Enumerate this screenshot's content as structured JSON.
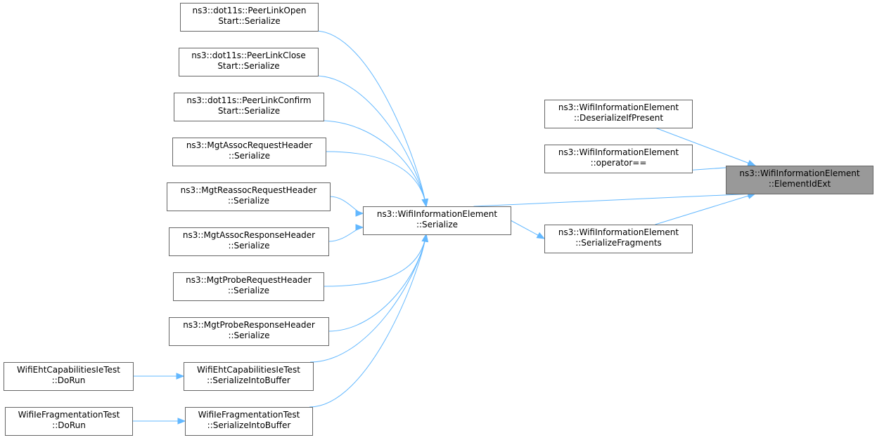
{
  "colors": {
    "edge": "#63b8ff",
    "node_border": "#666666",
    "node_fill": "#ffffff",
    "highlight_fill": "#999999",
    "text": "#000000"
  },
  "nodes": {
    "element_id_ext": [
      "ns3::WifiInformationElement",
      "::ElementIdExt"
    ],
    "deserialize_if_present": [
      "ns3::WifiInformationElement",
      "::DeserializeIfPresent"
    ],
    "operator_eq": [
      "ns3::WifiInformationElement",
      "::operator=="
    ],
    "serialize": [
      "ns3::WifiInformationElement",
      "::Serialize"
    ],
    "serialize_fragments": [
      "ns3::WifiInformationElement",
      "::SerializeFragments"
    ],
    "peer_link_open": [
      "ns3::dot11s::PeerLinkOpen",
      "Start::Serialize"
    ],
    "peer_link_close": [
      "ns3::dot11s::PeerLinkClose",
      "Start::Serialize"
    ],
    "peer_link_confirm": [
      "ns3::dot11s::PeerLinkConfirm",
      "Start::Serialize"
    ],
    "assoc_request": [
      "ns3::MgtAssocRequestHeader",
      "::Serialize"
    ],
    "reassoc_request": [
      "ns3::MgtReassocRequestHeader",
      "::Serialize"
    ],
    "assoc_response": [
      "ns3::MgtAssocResponseHeader",
      "::Serialize"
    ],
    "probe_request": [
      "ns3::MgtProbeRequestHeader",
      "::Serialize"
    ],
    "probe_response": [
      "ns3::MgtProbeResponseHeader",
      "::Serialize"
    ],
    "eht_serialize_into_buffer": [
      "WifiEhtCapabilitiesIeTest",
      "::SerializeIntoBuffer"
    ],
    "frag_serialize_into_buffer": [
      "WifiIeFragmentationTest",
      "::SerializeIntoBuffer"
    ],
    "eht_do_run": [
      "WifiEhtCapabilitiesIeTest",
      "::DoRun"
    ],
    "frag_do_run": [
      "WifiIeFragmentationTest",
      "::DoRun"
    ]
  },
  "edges": [
    {
      "from": "deserialize_if_present",
      "to": "element_id_ext"
    },
    {
      "from": "operator_eq",
      "to": "element_id_ext"
    },
    {
      "from": "serialize",
      "to": "element_id_ext"
    },
    {
      "from": "serialize_fragments",
      "to": "element_id_ext"
    },
    {
      "from": "serialize",
      "to": "serialize_fragments"
    },
    {
      "from": "peer_link_open",
      "to": "serialize"
    },
    {
      "from": "peer_link_close",
      "to": "serialize"
    },
    {
      "from": "peer_link_confirm",
      "to": "serialize"
    },
    {
      "from": "assoc_request",
      "to": "serialize"
    },
    {
      "from": "reassoc_request",
      "to": "serialize"
    },
    {
      "from": "assoc_response",
      "to": "serialize"
    },
    {
      "from": "probe_request",
      "to": "serialize"
    },
    {
      "from": "probe_response",
      "to": "serialize"
    },
    {
      "from": "eht_serialize_into_buffer",
      "to": "serialize"
    },
    {
      "from": "frag_serialize_into_buffer",
      "to": "serialize"
    },
    {
      "from": "eht_do_run",
      "to": "eht_serialize_into_buffer"
    },
    {
      "from": "frag_do_run",
      "to": "frag_serialize_into_buffer"
    }
  ]
}
